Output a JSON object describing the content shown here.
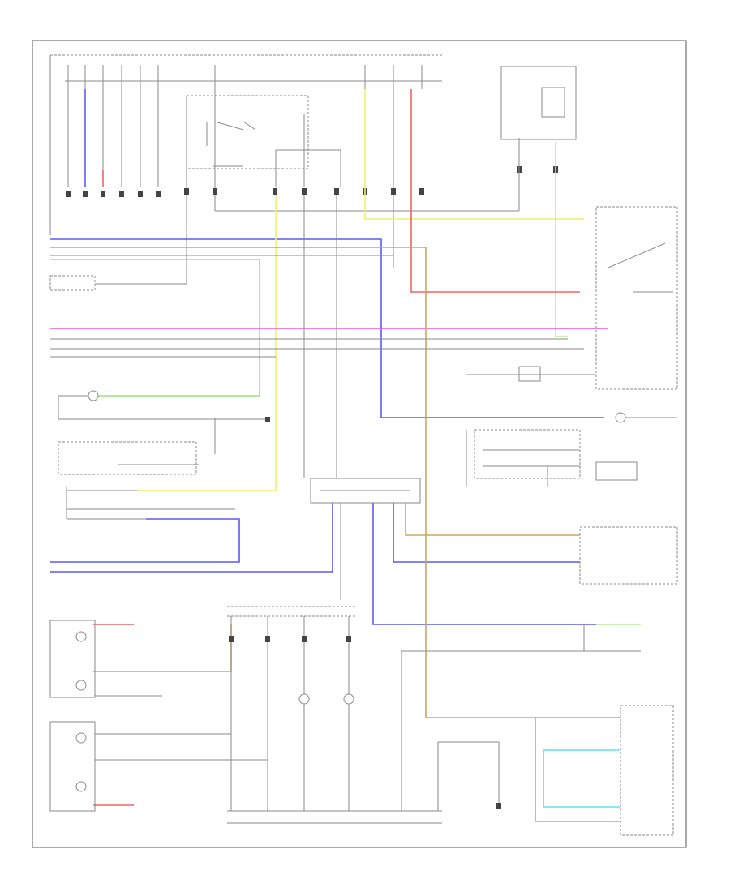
{
  "diagram": {
    "title": "",
    "page_code": "",
    "colors": {
      "blue": "#5a5af0",
      "yellow": "#f0f06a",
      "red": "#f06464",
      "magenta": "#f050e0",
      "green": "#9be27a",
      "light_green": "#b6ee96",
      "brown": "#c8a860",
      "cyan": "#60e0f0",
      "gray": "#8a8a8a"
    },
    "wire_colors": [
      "blue",
      "yellow",
      "red",
      "magenta",
      "green",
      "light_green",
      "brown",
      "cyan",
      "gray"
    ]
  }
}
